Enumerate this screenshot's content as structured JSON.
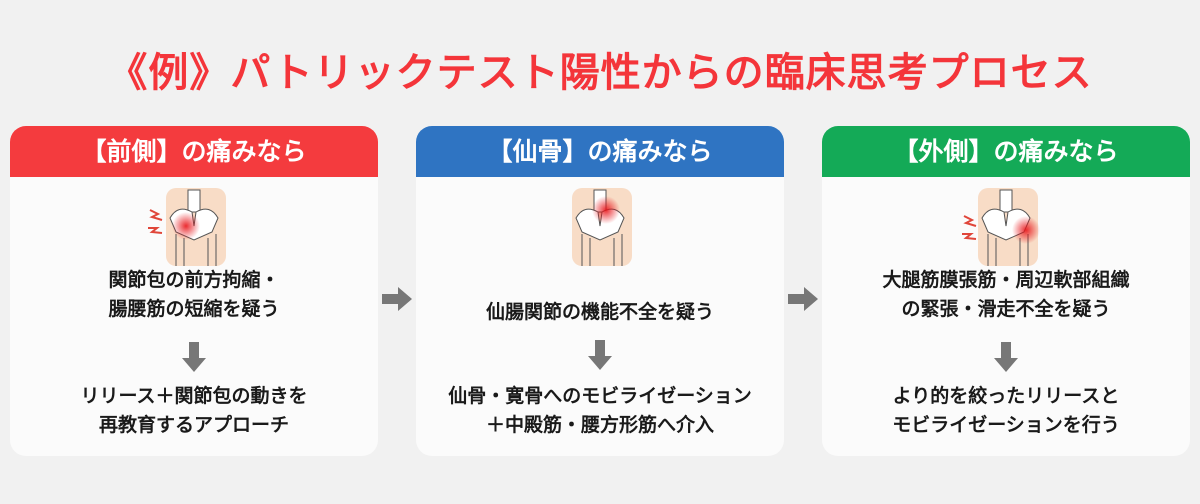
{
  "title": "《例》パトリックテスト陽性からの臨床思考プロセス",
  "cards": [
    {
      "header": "【前側】の痛みなら",
      "color": "#f43b3e",
      "finding": [
        "関節包の前方拘縮・",
        "腸腰筋の短縮を疑う"
      ],
      "action": [
        "リリース＋関節包の動きを",
        "再教育するアプローチ"
      ]
    },
    {
      "header": "【仙骨】の痛みなら",
      "color": "#2f74c2",
      "finding": [
        "仙腸関節の機能不全を疑う"
      ],
      "action": [
        "仙骨・寛骨へのモビライゼーション",
        "＋中殿筋・腰方形筋へ介入"
      ]
    },
    {
      "header": "【外側】の痛みなら",
      "color": "#14aa57",
      "finding": [
        "大腿筋膜張筋・周辺軟部組織",
        "の緊張・滑走不全を疑う"
      ],
      "action": [
        "より的を絞ったリリースと",
        "モビライゼーションを行う"
      ]
    }
  ],
  "arrow_color": "#777777"
}
